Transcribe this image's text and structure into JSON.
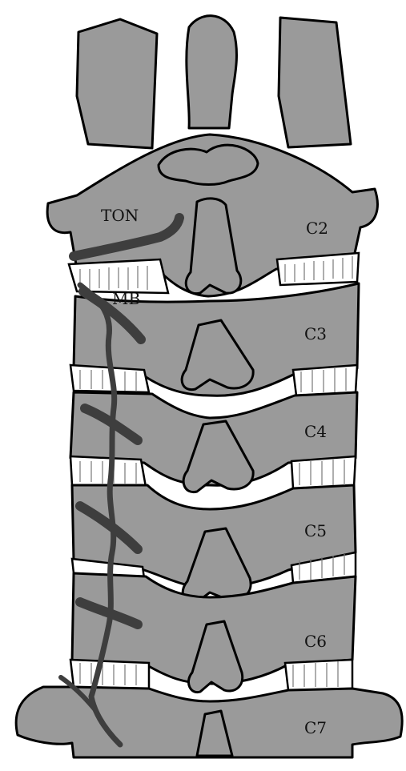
{
  "labels": {
    "ton": "TON",
    "mb": "MB",
    "c2": "C2",
    "c3": "C3",
    "c4": "C4",
    "c5": "C5",
    "c6": "C6",
    "c7": "C7"
  },
  "colors": {
    "bone": "#9a9a9a",
    "nerve": "#3e3e3e",
    "joint": "#ffffff",
    "outline": "#000000"
  }
}
